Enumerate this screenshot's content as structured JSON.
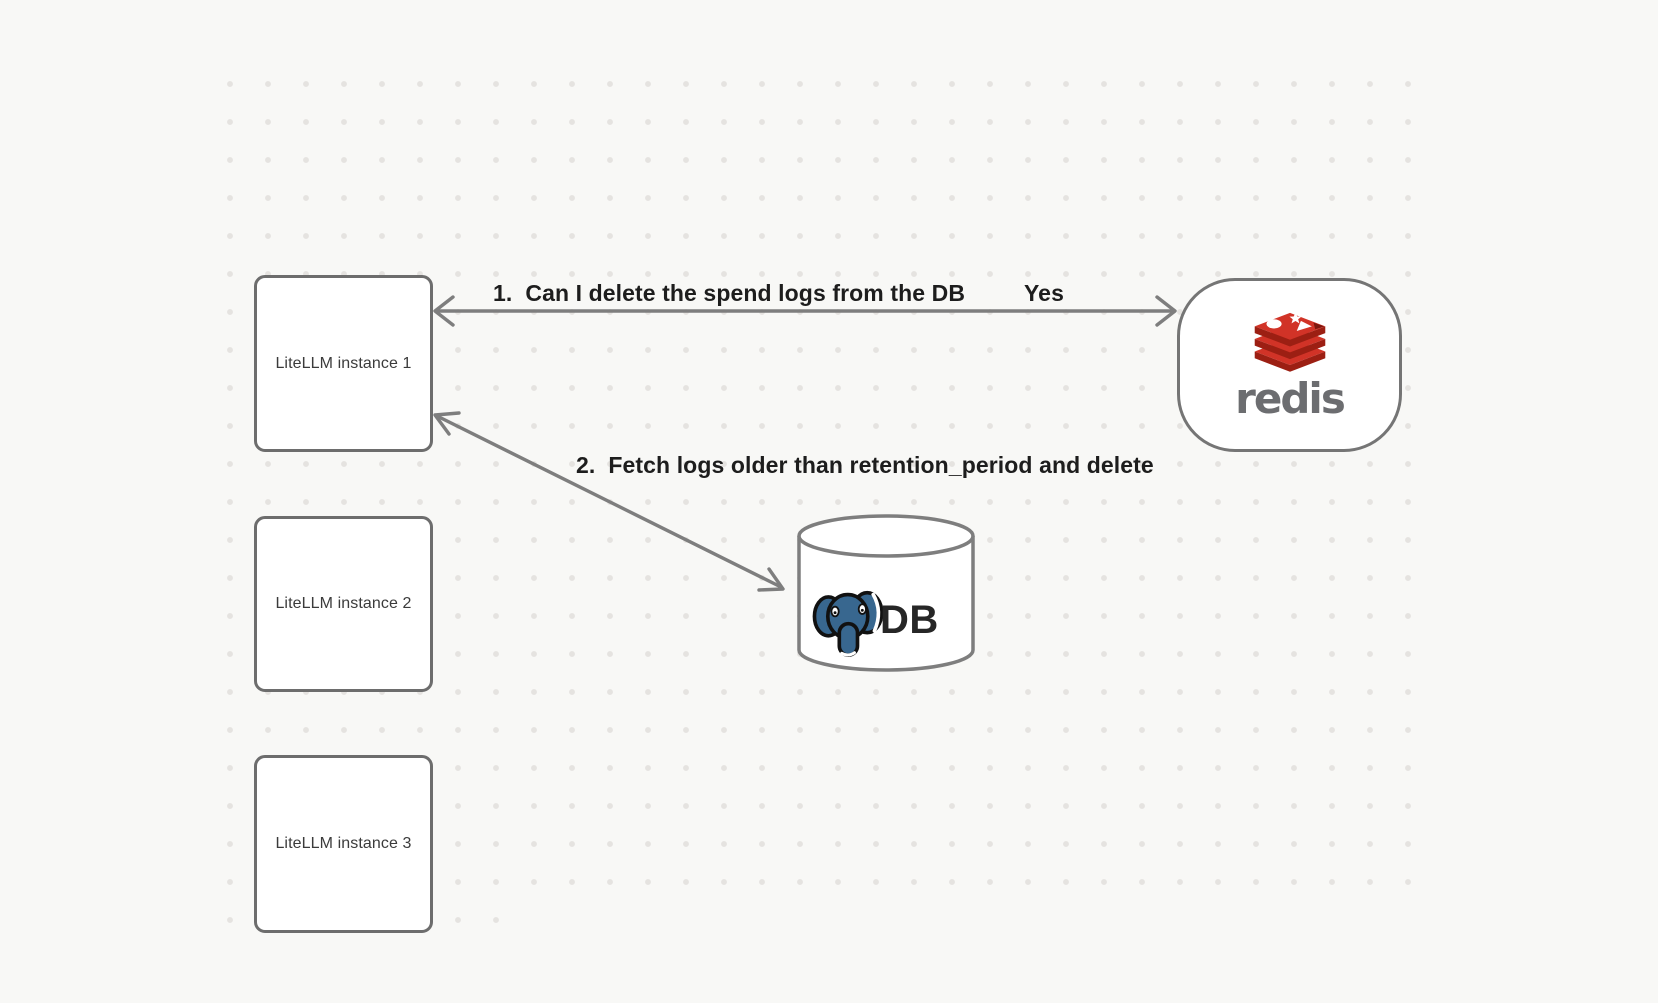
{
  "diagram": {
    "instances": [
      {
        "label": "LiteLLM instance 1"
      },
      {
        "label": "LiteLLM instance 2"
      },
      {
        "label": "LiteLLM instance 3"
      }
    ],
    "redis": {
      "wordmark": "redis"
    },
    "database": {
      "label": "DB"
    },
    "edges": [
      {
        "label": "1.  Can I delete the spend logs from the DB",
        "response": "Yes"
      },
      {
        "label": "2.  Fetch logs older than retention_period and delete"
      }
    ],
    "colors": {
      "background": "#f8f8f6",
      "grid_dot": "#e5e3e0",
      "node_border": "#6d6d6d",
      "connector_gray": "#7e7e7e",
      "edge_label_text": "#1d1d1d",
      "node_label_text": "#3b3b3b",
      "redis_red": "#d13327",
      "redis_dark_red": "#9c1f13",
      "redis_wordmark_gray": "#6c6d70",
      "postgres_blue": "#38678f",
      "db_label_text": "#262626"
    }
  }
}
